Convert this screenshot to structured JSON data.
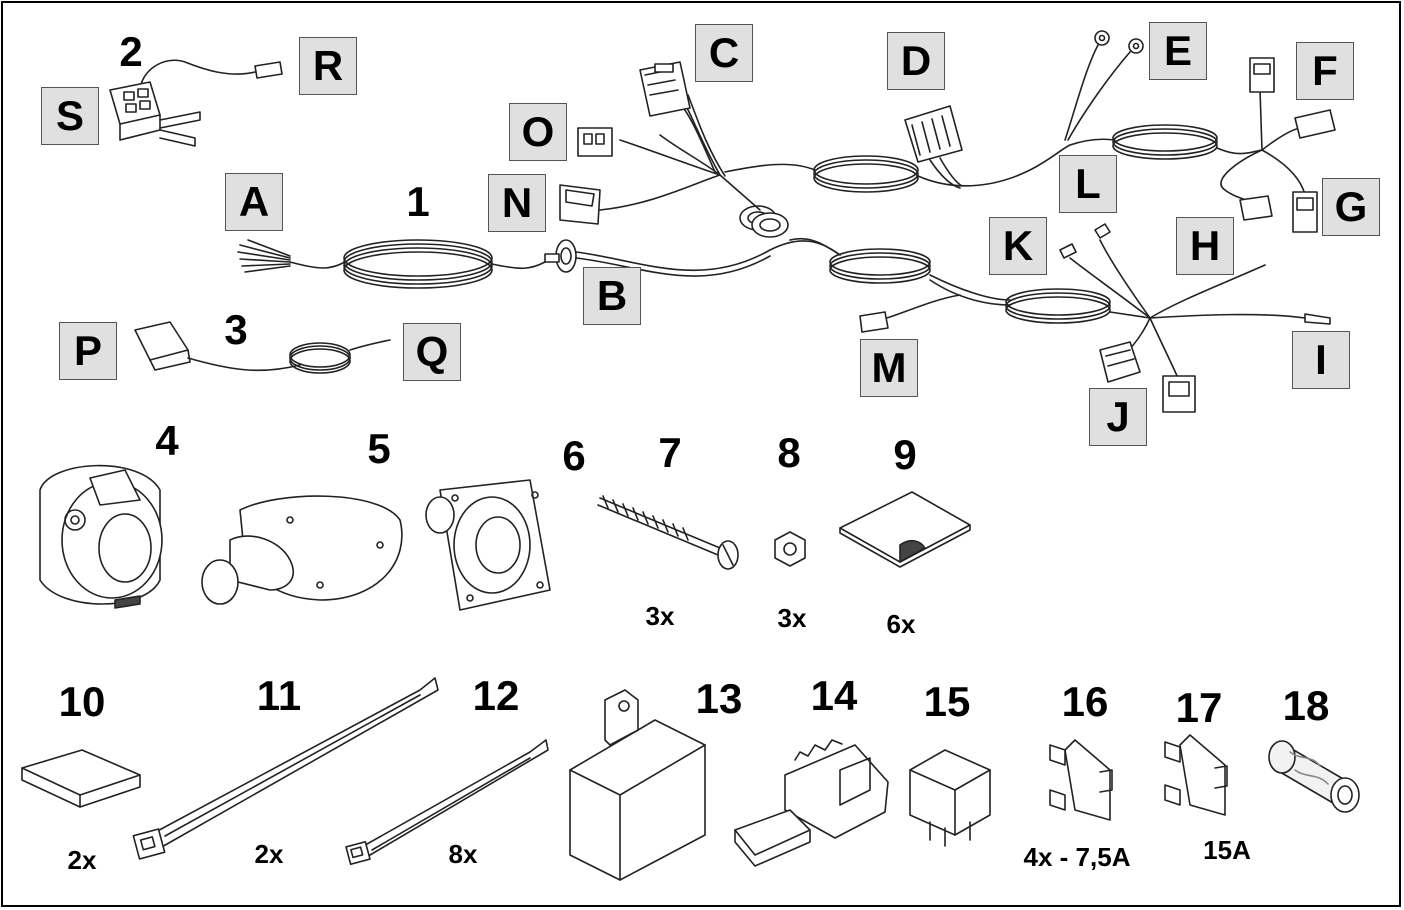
{
  "part_numbers": [
    "1",
    "2",
    "3",
    "4",
    "5",
    "6",
    "7",
    "8",
    "9",
    "10",
    "11",
    "12",
    "13",
    "14",
    "15",
    "16",
    "17",
    "18"
  ],
  "connector_letters": [
    "A",
    "B",
    "C",
    "D",
    "E",
    "F",
    "G",
    "H",
    "I",
    "J",
    "K",
    "L",
    "M",
    "N",
    "O",
    "P",
    "Q",
    "R",
    "S"
  ],
  "quantities": {
    "q7": "3x",
    "q8": "3x",
    "q9": "6x",
    "q10": "2x",
    "q11": "2x",
    "q12": "8x",
    "q16": "4x - 7,5A",
    "q17": "15A"
  }
}
